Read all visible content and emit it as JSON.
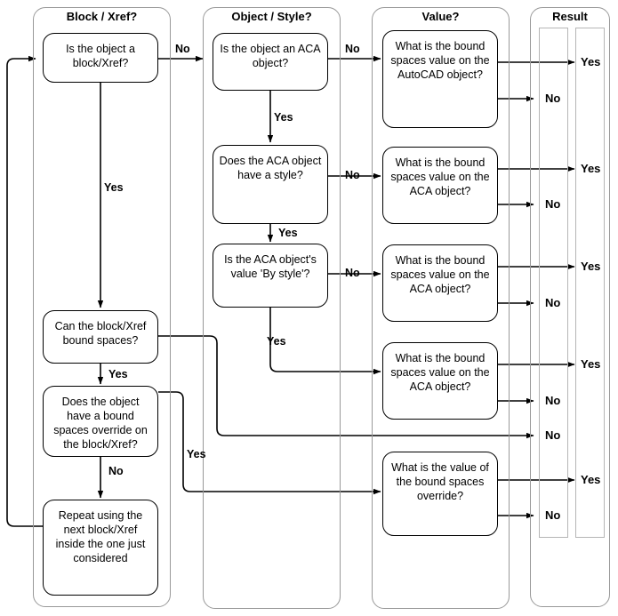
{
  "diagram": {
    "title": "Bound spaces decision flowchart",
    "columns": [
      {
        "id": "block-xref",
        "title": "Block / Xref?"
      },
      {
        "id": "object-style",
        "title": "Object / Style?"
      },
      {
        "id": "value",
        "title": "Value?"
      },
      {
        "id": "result",
        "title": "Result"
      }
    ],
    "nodes": [
      {
        "id": "n1",
        "column": "block-xref",
        "text": "Is the object a block/Xref?"
      },
      {
        "id": "n2",
        "column": "block-xref",
        "text": "Can the block/Xref bound spaces?"
      },
      {
        "id": "n3",
        "column": "block-xref",
        "text": "Does the object have a bound spaces override on the block/Xref?"
      },
      {
        "id": "n4",
        "column": "block-xref",
        "text": "Repeat using the next block/Xref inside the one just considered"
      },
      {
        "id": "n5",
        "column": "object-style",
        "text": "Is the object an ACA object?"
      },
      {
        "id": "n6",
        "column": "object-style",
        "text": "Does the ACA object have a style?"
      },
      {
        "id": "n7",
        "column": "object-style",
        "text": "Is the ACA object's value 'By style'?"
      },
      {
        "id": "n8",
        "column": "value",
        "text": "What is the bound spaces value on the AutoCAD object?"
      },
      {
        "id": "n9",
        "column": "value",
        "text": "What is the bound spaces value on the ACA object?"
      },
      {
        "id": "n10",
        "column": "value",
        "text": "What is the bound spaces value on the ACA object?"
      },
      {
        "id": "n11",
        "column": "value",
        "text": "What is the bound spaces value on the ACA object?"
      },
      {
        "id": "n12",
        "column": "value",
        "text": "What is the value of the bound spaces override?"
      }
    ],
    "edge_labels": [
      {
        "id": "e1",
        "text": "No"
      },
      {
        "id": "e2",
        "text": "Yes"
      },
      {
        "id": "e3",
        "text": "No"
      },
      {
        "id": "e4",
        "text": "Yes"
      },
      {
        "id": "e5",
        "text": "No"
      },
      {
        "id": "e6",
        "text": "Yes"
      },
      {
        "id": "e7",
        "text": "No"
      },
      {
        "id": "e8",
        "text": "Yes"
      },
      {
        "id": "e9",
        "text": "Yes"
      },
      {
        "id": "e10",
        "text": "No"
      },
      {
        "id": "e11",
        "text": "Yes"
      }
    ],
    "results": [
      {
        "id": "r1",
        "text": "Yes",
        "lane": "yes"
      },
      {
        "id": "r2",
        "text": "No",
        "lane": "no"
      },
      {
        "id": "r3",
        "text": "Yes",
        "lane": "yes"
      },
      {
        "id": "r4",
        "text": "No",
        "lane": "no"
      },
      {
        "id": "r5",
        "text": "Yes",
        "lane": "yes"
      },
      {
        "id": "r6",
        "text": "No",
        "lane": "no"
      },
      {
        "id": "r7",
        "text": "Yes",
        "lane": "yes"
      },
      {
        "id": "r8",
        "text": "No",
        "lane": "no"
      },
      {
        "id": "r9",
        "text": "No",
        "lane": "no"
      },
      {
        "id": "r10",
        "text": "Yes",
        "lane": "yes"
      },
      {
        "id": "r11",
        "text": "No",
        "lane": "no"
      }
    ],
    "colors": {
      "background": "#ffffff",
      "node_border": "#000000",
      "node_text": "#000000",
      "swimlane_border": "#999999",
      "result_lane_border": "#b5b5b5",
      "connector": "#000000"
    }
  }
}
